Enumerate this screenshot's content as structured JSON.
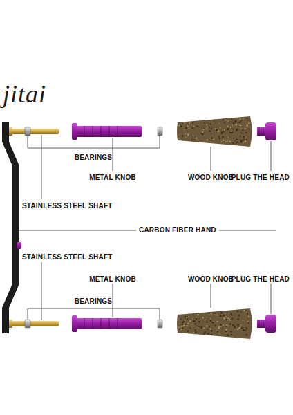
{
  "diagram": {
    "labels": [
      "jitai",
      "BEARINGS",
      "METAL KNOB",
      "WOOD KNOB",
      "PLUG THE HEAD",
      "STAINLESS STEEL SHAFT",
      "CARBON FIBER HAND",
      "STAINLESS STEEL SHAFT",
      "METAL KNOB",
      "WOOD KNOB",
      "PLUG THE HEAD",
      "BEARINGS"
    ]
  }
}
